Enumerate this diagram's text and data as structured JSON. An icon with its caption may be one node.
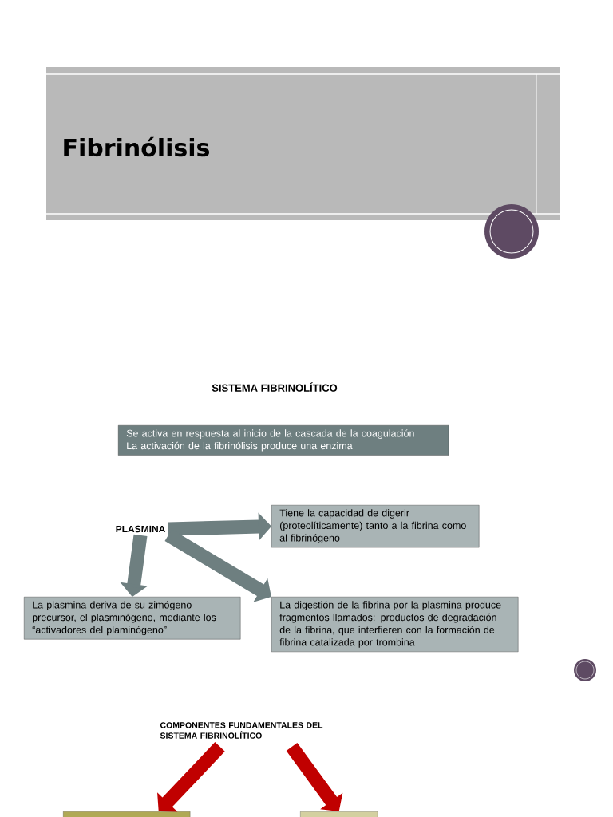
{
  "diagram": {
    "title": "Fibrinólisis",
    "nodes": [
      {
        "text": [
          "Se activa en respuesta al inicio de la cascada de la coagulación",
          "La activación de la fibrinólisis produce una enzima"
        ]
      },
      {
        "text": [
          "PLASMINA"
        ]
      },
      {
        "text": [
          "Tiene la capacidad de digerir (proteolíticamente) tanto a la fibrina como al fibrinógeno"
        ]
      },
      {
        "text": [
          "La plasmina deriva de su zimógeno precursor, el plasminógeno, mediante los “activadores del plaminógeno”"
        ]
      },
      {
        "text": [
          "La digestión de la fibrina por la plasmina produce fragmentos llamados: productos de degradación de la fibrina, que interfieren con la formación de fibrina catalizada por trombina"
        ]
      },
      {
        "text": [
          "COMPONENTES FUNDAMENTALES DEL SISTEMA FIBRINOLÍTICO"
        ]
      },
      {
        "text": [],
        "shape": "box"
      },
      {
        "text": [],
        "shape": "box"
      }
    ],
    "edges": [
      {
        "from": 1,
        "to": 2,
        "arrow": "to"
      },
      {
        "from": 1,
        "to": 3,
        "arrow": "to"
      },
      {
        "from": 1,
        "to": 4,
        "arrow": "to"
      },
      {
        "from": 5,
        "to": 6,
        "arrow": "to",
        "color": "#c00000"
      },
      {
        "from": 5,
        "to": 7,
        "arrow": "to",
        "color": "#c00000"
      }
    ],
    "labels": [
      "SISTEMA FIBRINOLÍTICO"
    ]
  }
}
